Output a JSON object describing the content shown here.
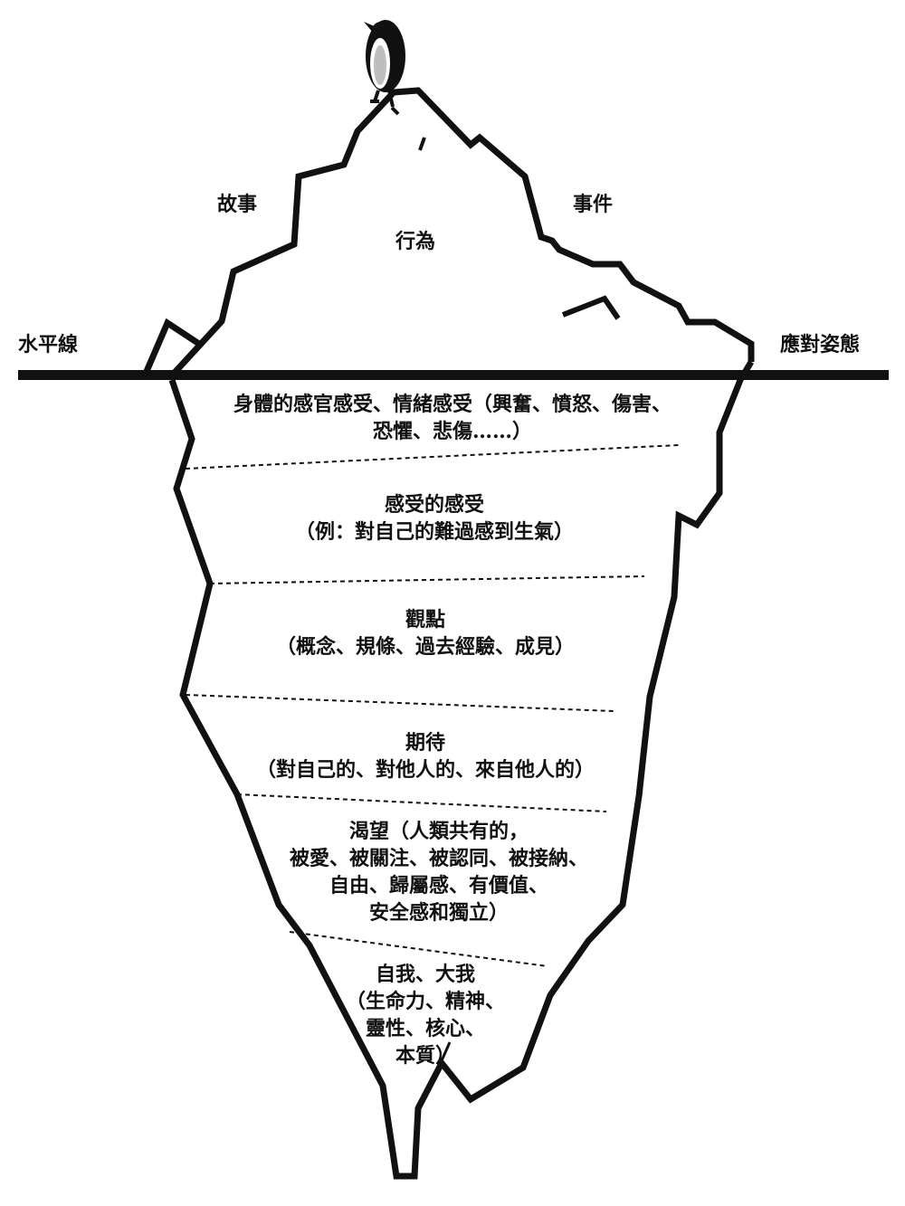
{
  "colors": {
    "ink": "#111111",
    "paper": "#ffffff"
  },
  "above_water": {
    "story": "故事",
    "event": "事件",
    "behavior": "行為"
  },
  "waterline": {
    "left_label": "水平線",
    "right_label": "應對姿態"
  },
  "layers": [
    {
      "lines": [
        "身體的感官感受、情緒感受（興奮、憤怒、傷害、",
        "恐懼、悲傷……）"
      ]
    },
    {
      "lines": [
        "感受的感受",
        "（例：對自己的難過感到生氣）"
      ]
    },
    {
      "lines": [
        "觀點",
        "（概念、規條、過去經驗、成見）"
      ]
    },
    {
      "lines": [
        "期待",
        "（對自己的、對他人的、來自他人的）"
      ]
    },
    {
      "lines": [
        "渴望（人類共有的，",
        "被愛、被關注、被認同、被接納、",
        "自由、歸屬感、有價值、",
        "安全感和獨立）"
      ]
    },
    {
      "lines": [
        "自我、大我",
        "（生命力、精神、",
        "靈性、核心、",
        "本質）"
      ]
    }
  ],
  "icons": {
    "top": "penguin-icon"
  }
}
